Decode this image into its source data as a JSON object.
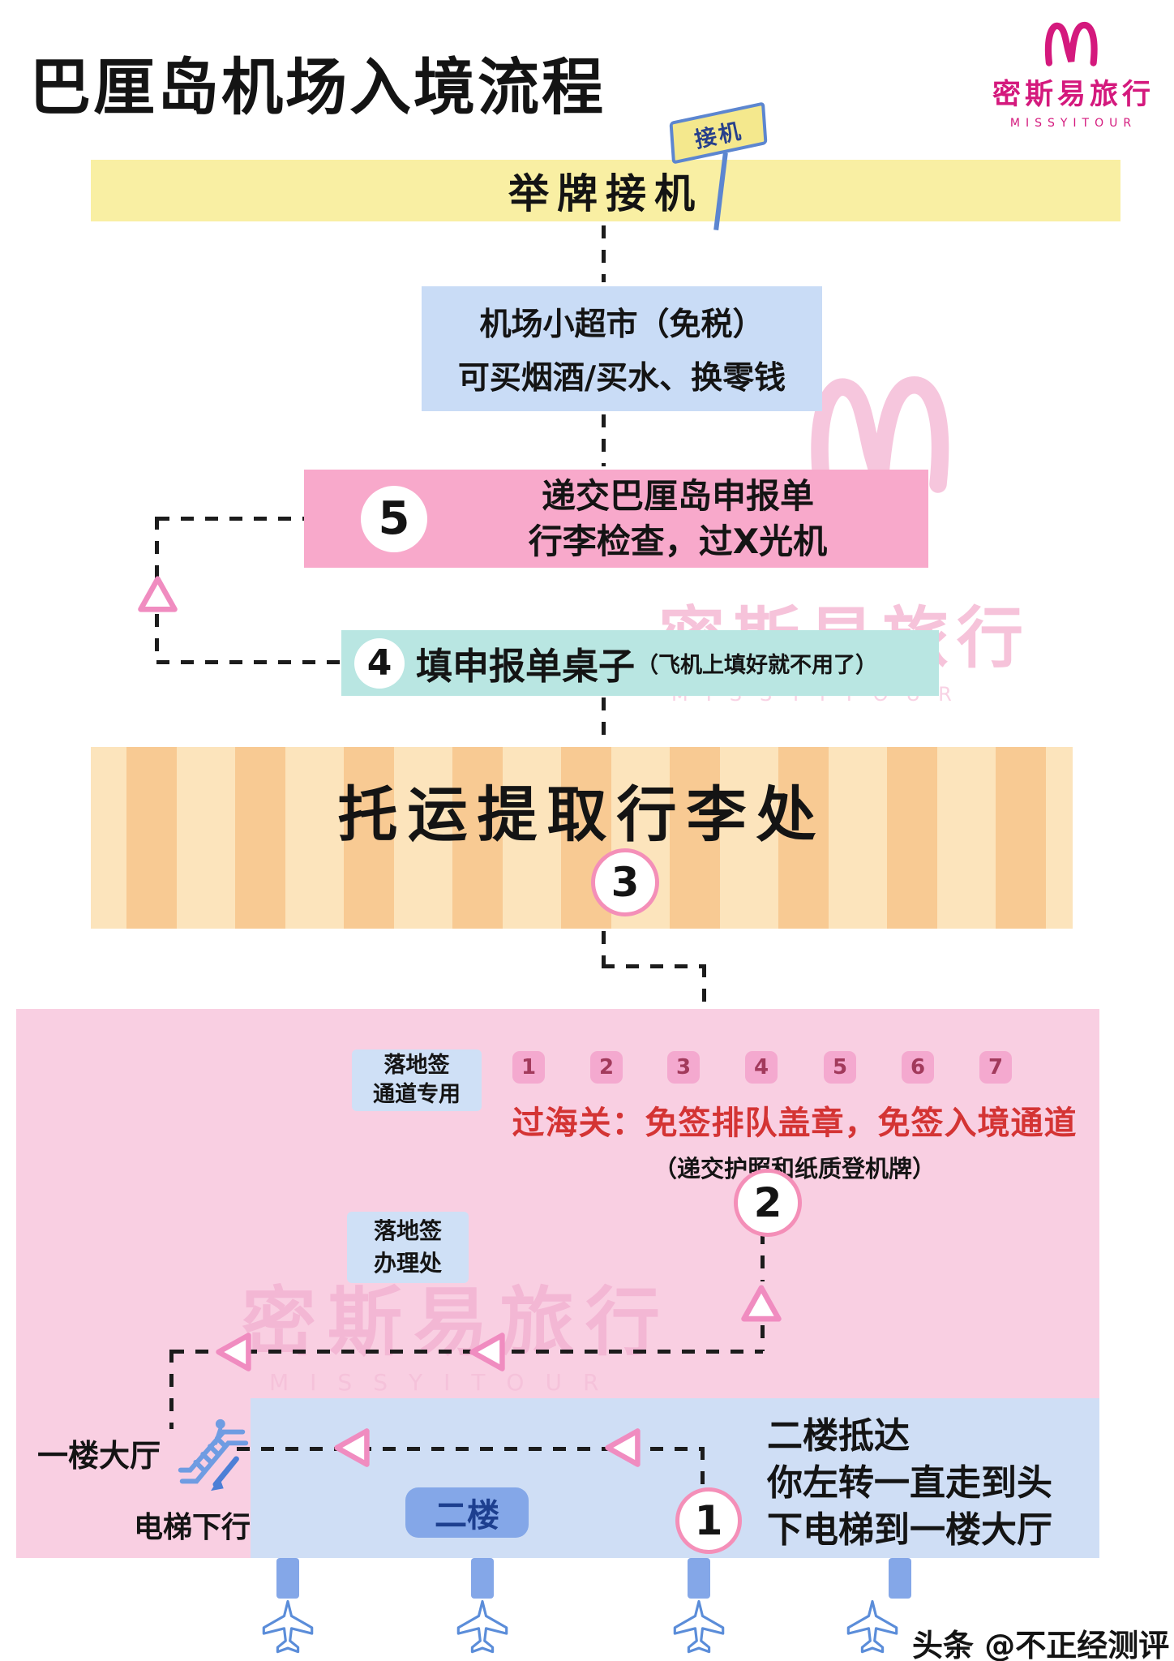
{
  "title": "巴厘岛机场入境流程",
  "logo": {
    "cn": "密斯易旅行",
    "en": "MISSYITOUR"
  },
  "pickup": {
    "sign": "接机",
    "banner": "举牌接机"
  },
  "market": {
    "line1": "机场小超市（免税）",
    "line2": "可买烟酒/买水、换零钱"
  },
  "step5": {
    "num": "5",
    "line1": "递交巴厘岛申报单",
    "line2": "行李检查，过X光机"
  },
  "step4": {
    "num": "4",
    "label": "填申报单桌子",
    "note": "（飞机上填好就不用了）"
  },
  "baggage": {
    "label": "托运提取行李处",
    "num": "3"
  },
  "customs": {
    "lane_label_line1": "落地签",
    "lane_label_line2": "通道专用",
    "counters": [
      "1",
      "2",
      "3",
      "4",
      "5",
      "6",
      "7"
    ],
    "headline": "过海关：免签排队盖章，免签入境通道",
    "subline": "（递交护照和纸质登机牌）",
    "num": "2",
    "visa_office_line1": "落地签",
    "visa_office_line2": "办理处"
  },
  "arrival": {
    "num": "1",
    "floor_pill": "二楼",
    "line1": "二楼抵达",
    "line2": "你左转一直走到头",
    "line3": "下电梯到一楼大厅",
    "lobby_label": "一楼大厅",
    "elevator_label": "电梯下行"
  },
  "watermark": {
    "cn": "密斯易旅行",
    "en": "MISSYITOUR"
  },
  "footer": "头条 @不正经测评",
  "colors": {
    "brand": "#d4197d",
    "yellow_banner": "#f9efa3",
    "blue_box": "#c9dcf6",
    "pink_box": "#f8a9cb",
    "teal_box": "#b9e6e2",
    "orange_banner": "#fce4bc",
    "orange_stripe": "#f8ca93",
    "pink_area": "#f9cfe2",
    "red_text": "#d43434",
    "circle_border": "#f48fb8",
    "plane_blue": "#5b8dd9"
  }
}
